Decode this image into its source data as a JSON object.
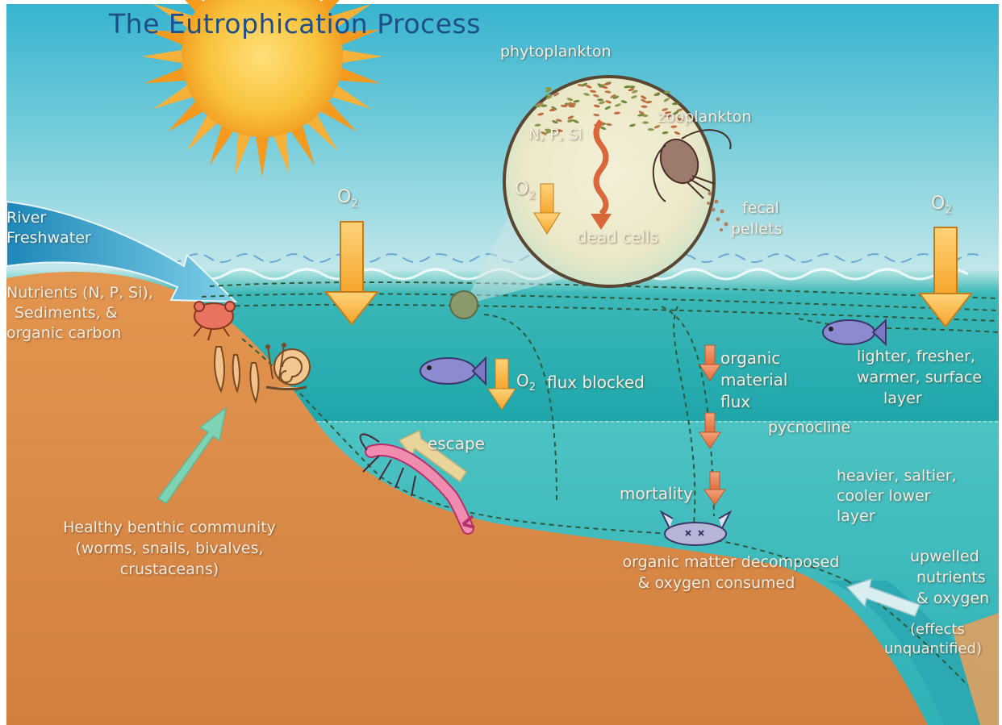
{
  "title": "The Eutrophication Process",
  "labels": {
    "phytoplankton": "phytoplankton",
    "zooplankton": "zooplankton",
    "nps": "N, P, Si",
    "o2_symbol": "O",
    "o2_sub": "2",
    "dead_cells": "dead cells",
    "fecal_1": "fecal",
    "fecal_2": "pellets",
    "river_1": "River",
    "river_2": "Freshwater",
    "nutrients_1": "Nutrients (N, P, Si),",
    "nutrients_2": "Sediments, &",
    "nutrients_3": "organic carbon",
    "flux_blocked": "flux blocked",
    "organic_1": "organic",
    "organic_2": "material",
    "organic_3": "flux",
    "pycnocline": "pycnocline",
    "lighter_1": "lighter, fresher,",
    "lighter_2": "warmer, surface",
    "lighter_3": "layer",
    "heavier_1": "heavier, saltier,",
    "heavier_2": "cooler lower",
    "heavier_3": "layer",
    "escape": "escape",
    "mortality": "mortality",
    "healthy_1": "Healthy benthic community",
    "healthy_2": "(worms, snails, bivalves,",
    "healthy_3": "crustaceans)",
    "decomposed_1": "organic matter decomposed",
    "decomposed_2": "& oxygen consumed",
    "upwelled_1": "upwelled",
    "upwelled_2": "nutrients",
    "upwelled_3": "& oxygen",
    "effects_1": "(effects",
    "effects_2": "unquantified)"
  },
  "colors": {
    "sky": "#4fc3d4",
    "water_upper": "#2fb2b3",
    "water_lower": "#45bec0",
    "sediment": "#d98b4a",
    "sun": "#f4a623",
    "arrow_o2": "#f6b23a",
    "arrow_organic": "#e07a45",
    "title": "#1e4e8a"
  }
}
